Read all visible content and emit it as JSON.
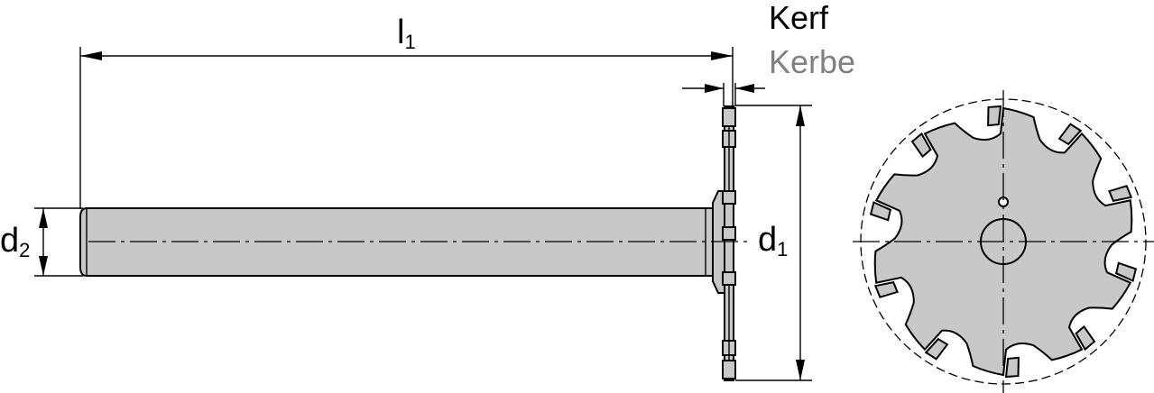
{
  "labels": {
    "l1_main": "l",
    "l1_sub": "1",
    "d2_main": "d",
    "d2_sub": "2",
    "d1_main": "d",
    "d1_sub": "1",
    "kerf_en": "Kerf",
    "kerf_de": "Kerbe"
  },
  "colors": {
    "body_fill": "#c8c8c8",
    "kerf_en": "#000000",
    "kerf_de": "#808080",
    "line": "#000000"
  }
}
